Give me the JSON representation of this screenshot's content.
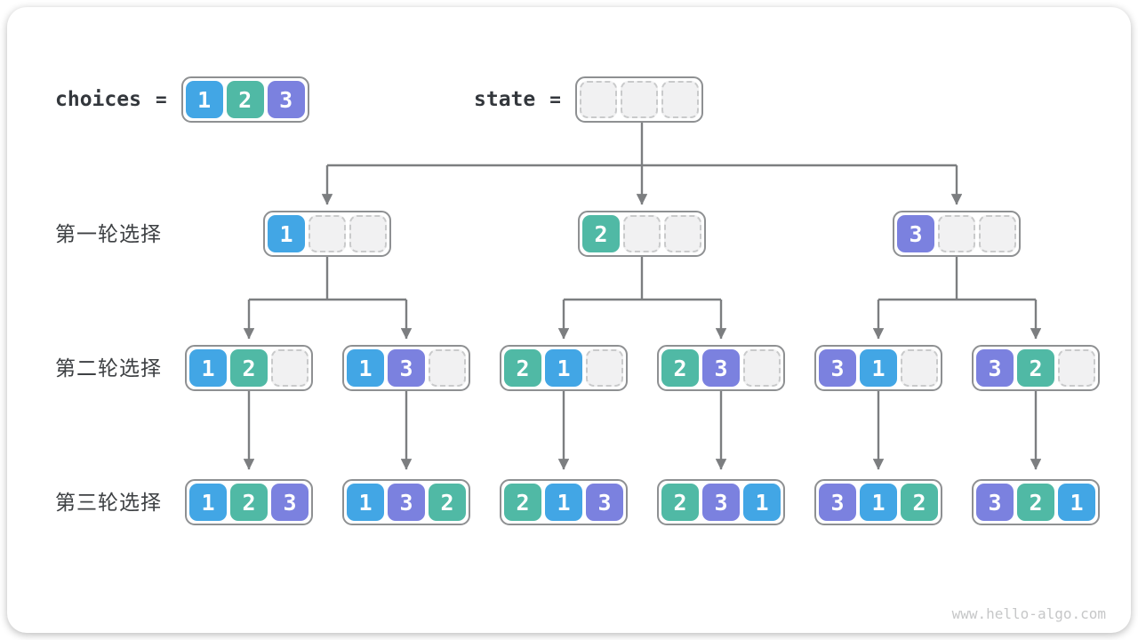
{
  "palette": {
    "1": "#42A6E5",
    "2": "#50B9A5",
    "3": "#7B81DF"
  },
  "header": {
    "choices_label": "choices",
    "choices_equals": "=",
    "choices_values": [
      "1",
      "2",
      "3"
    ],
    "state_label": "state",
    "state_equals": "=",
    "state_empty_slots": 3
  },
  "tree": {
    "rows": [
      {
        "label": "第一轮选择",
        "nodes": [
          [
            "1",
            "",
            ""
          ],
          [
            "2",
            "",
            ""
          ],
          [
            "3",
            "",
            ""
          ]
        ]
      },
      {
        "label": "第二轮选择",
        "nodes": [
          [
            "1",
            "2",
            ""
          ],
          [
            "1",
            "3",
            ""
          ],
          [
            "2",
            "1",
            ""
          ],
          [
            "2",
            "3",
            ""
          ],
          [
            "3",
            "1",
            ""
          ],
          [
            "3",
            "2",
            ""
          ]
        ]
      },
      {
        "label": "第三轮选择",
        "nodes": [
          [
            "1",
            "2",
            "3"
          ],
          [
            "1",
            "3",
            "2"
          ],
          [
            "2",
            "1",
            "3"
          ],
          [
            "2",
            "3",
            "1"
          ],
          [
            "3",
            "1",
            "2"
          ],
          [
            "3",
            "2",
            "1"
          ]
        ]
      }
    ]
  },
  "watermark": "www.hello-algo.com"
}
